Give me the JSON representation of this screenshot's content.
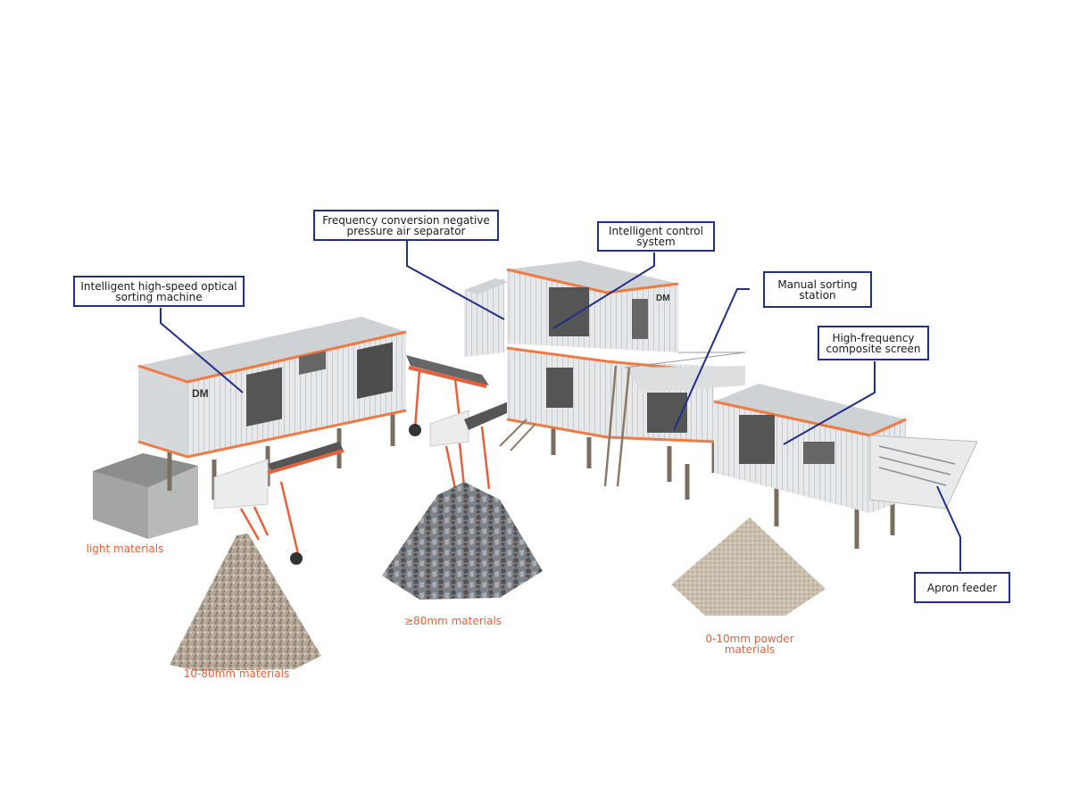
{
  "colors": {
    "callout_border": "#1f2f8a",
    "leader_line": "#1f2f8a",
    "material_label": "#e8603a",
    "container_trim": "#f07a43",
    "container_body": "#e4e6e8"
  },
  "brand_logo_text": "DM",
  "callouts": [
    {
      "id": "optical",
      "label": "Intelligent high-speed optical sorting machine"
    },
    {
      "id": "air",
      "label": "Frequency conversion negative pressure air separator"
    },
    {
      "id": "control",
      "label": "Intelligent control system"
    },
    {
      "id": "manual",
      "label": "Manual sorting station"
    },
    {
      "id": "screen",
      "label": "High-frequency composite screen"
    },
    {
      "id": "apron",
      "label": "Apron feeder"
    }
  ],
  "materials": [
    {
      "id": "light",
      "label": "light materials"
    },
    {
      "id": "mid",
      "label": "10-80mm materials"
    },
    {
      "id": "large",
      "label": "≥80mm materials"
    },
    {
      "id": "powder",
      "label": "0-10mm powder materials"
    }
  ]
}
